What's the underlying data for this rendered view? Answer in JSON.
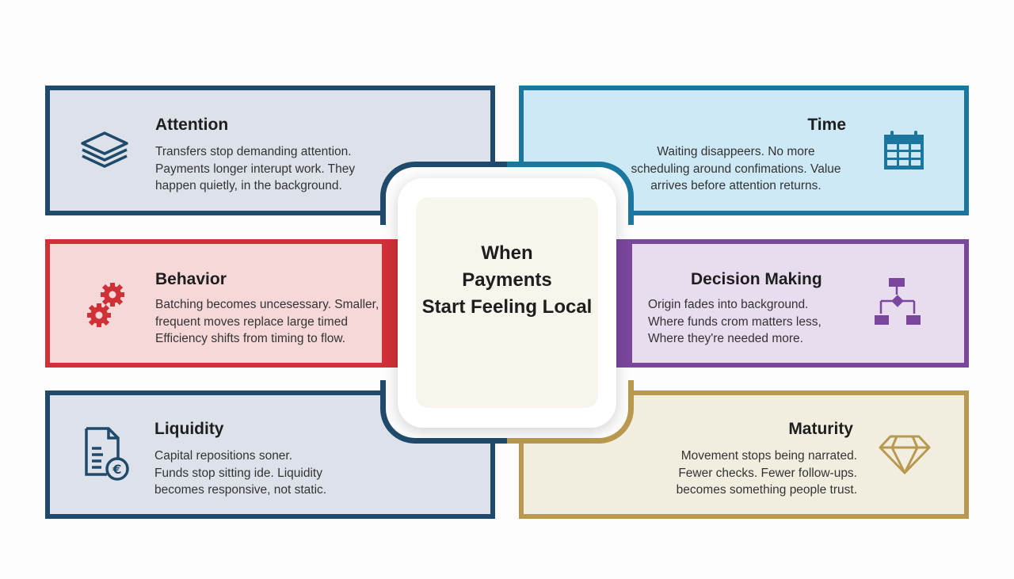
{
  "center": {
    "line1": "When",
    "line2": "Payments",
    "line3": "Start Feeling Local"
  },
  "cards": [
    {
      "title": "Attention",
      "lines": [
        "Transfers stop demanding attention.",
        "Payments longer interupt work. They",
        "happen quietly, in the background."
      ],
      "icon": "layers-icon",
      "color": "#1f4a6b"
    },
    {
      "title": "Time",
      "lines": [
        "Waiting disappeers. No more",
        "scheduling around confimations. Value",
        "arrives before attention returns."
      ],
      "icon": "calendar-icon",
      "color": "#1b76a0"
    },
    {
      "title": "Behavior",
      "lines": [
        "Batching becomes uncesessary. Smaller,",
        "frequent moves replace large timed",
        "Efficiency shifts from timing to flow."
      ],
      "icon": "gears-icon",
      "color": "#cf3137"
    },
    {
      "title": "Decision Making",
      "lines": [
        "Origin fades into background.",
        "Where funds crom matters less,",
        "Where they're needed more."
      ],
      "icon": "flowchart-icon",
      "color": "#7a469e"
    },
    {
      "title": "Liquidity",
      "lines": [
        "Capital repositions soner.",
        "Funds stop sitting ide. Liquidity",
        "becomes responsive, not static."
      ],
      "icon": "document-currency-icon",
      "color": "#1f4a6b"
    },
    {
      "title": "Maturity",
      "lines": [
        "Movement stops being narrated.",
        "Fewer checks. Fewer follow-ups.",
        "becomes something people trust."
      ],
      "icon": "diamond-icon",
      "color": "#b8994f"
    }
  ]
}
